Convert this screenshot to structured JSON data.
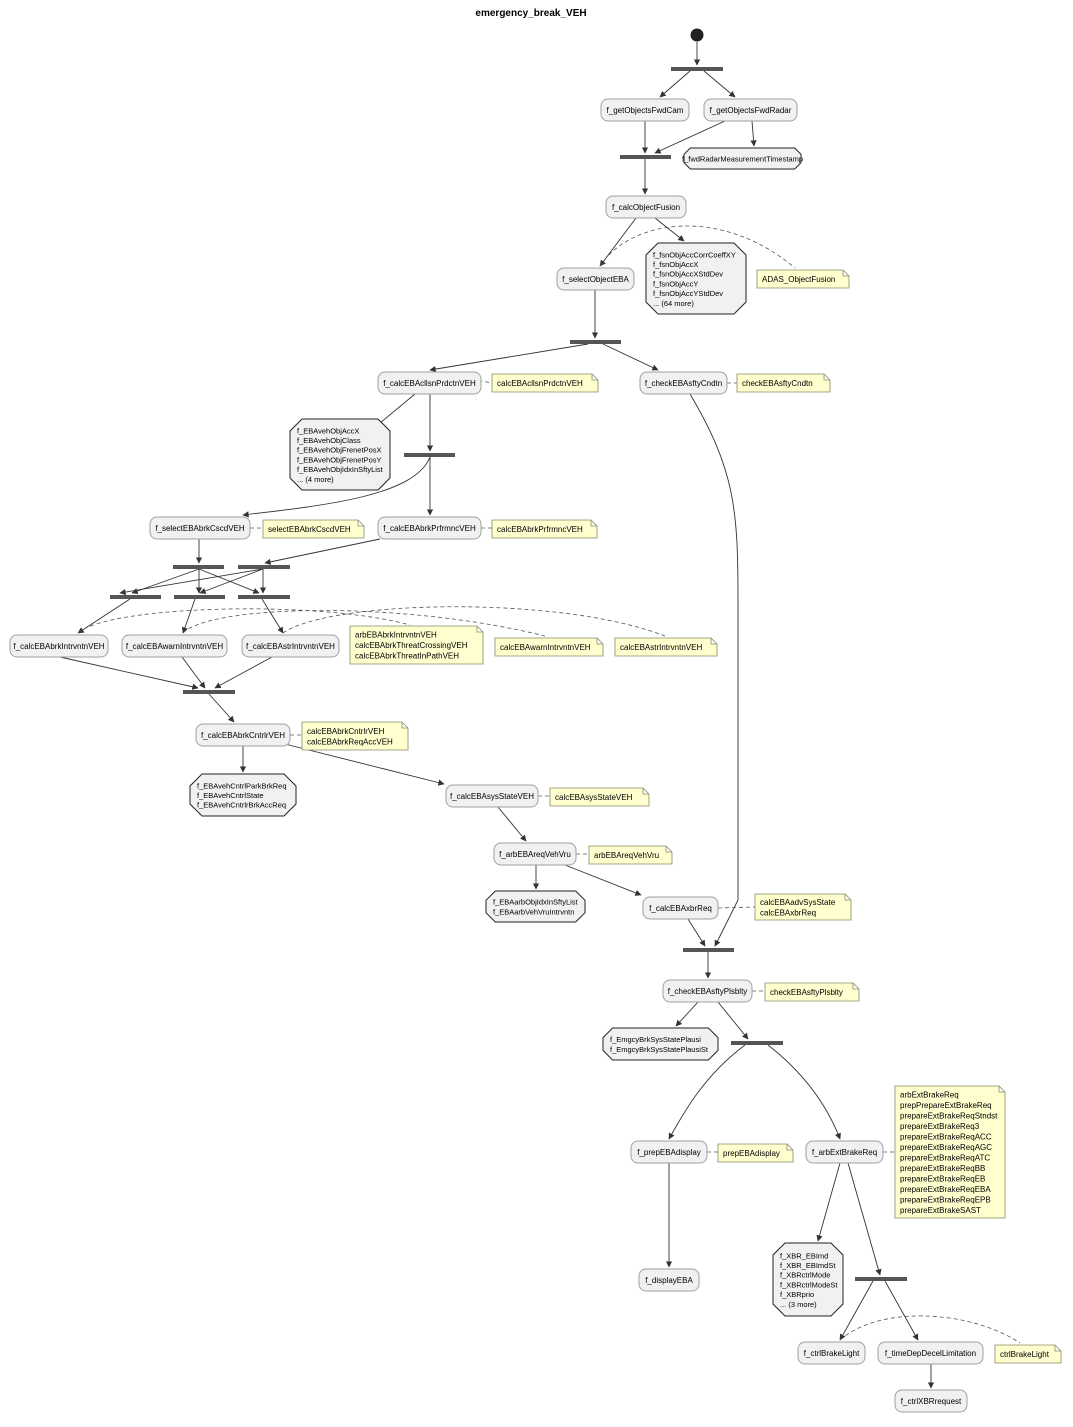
{
  "diagram": {
    "title": "emergency_break_VEH",
    "actions": [
      "f_getObjectsFwdCam",
      "f_getObjectsFwdRadar",
      "f_calcObjectFusion",
      "f_selectObjectEBA",
      "f_calcEBAcllsnPrdctnVEH",
      "f_checkEBAsftyCndtn",
      "f_selectEBAbrkCscdVEH",
      "f_calcEBAbrkPrfrmncVEH",
      "f_calcEBAbrkIntrvntnVEH",
      "f_calcEBAwarnIntrvntnVEH",
      "f_calcEBAstrIntrvntnVEH",
      "f_calcEBAbrkCntrlrVEH",
      "f_calcEBAsysStateVEH",
      "f_arbEBAreqVehVru",
      "f_calcEBAxbrReq",
      "f_checkEBAsftyPlsblty",
      "f_prepEBAdisplay",
      "f_arbExtBrakeReq",
      "f_displayEBA",
      "f_ctrlBrakeLight",
      "f_timeDepDecelLimitation",
      "f_ctrlXBRrequest"
    ],
    "data_stores": [
      [
        "f_fwdRadarMeasurementTimestamp"
      ],
      [
        "f_fsnObjAccCorrCoeffXY",
        "f_fsnObjAccX",
        "f_fsnObjAccXStdDev",
        "f_fsnObjAccY",
        "f_fsnObjAccYStdDev",
        "... (64 more)"
      ],
      [
        "f_EBAvehObjAccX",
        "f_EBAvehObjClass",
        "f_EBAvehObjFrenetPosX",
        "f_EBAvehObjFrenetPosY",
        "f_EBAvehObjIdxInSftyList",
        "... (4 more)"
      ],
      [
        "f_EBAvehCntrlParkBrkReq",
        "f_EBAvehCntrlState",
        "f_EBAvehCntrlrBrkAccReq"
      ],
      [
        "f_EBAarbObjIdxInSftyList",
        "f_EBAarbVehVruIntrvntn"
      ],
      [
        "f_EmgcyBrkSysStatePlausi",
        "f_EmgcyBrkSysStatePlausiSt"
      ],
      [
        "f_XBR_EBImd",
        "f_XBR_EBImdSt",
        "f_XBRctrlMode",
        "f_XBRctrlModeSt",
        "f_XBRprio",
        "... (3 more)"
      ]
    ],
    "notes": [
      [
        "ADAS_ObjectFusion"
      ],
      [
        "calcEBAcllsnPrdctnVEH"
      ],
      [
        "checkEBAsftyCndtn"
      ],
      [
        "selectEBAbrkCscdVEH"
      ],
      [
        "calcEBAbrkPrfrmncVEH"
      ],
      [
        "arbEBAbrkIntrvntnVEH",
        "calcEBAbrkThreatCrossingVEH",
        "calcEBAbrkThreatInPathVEH"
      ],
      [
        "calcEBAwarnIntrvntnVEH"
      ],
      [
        "calcEBAstrIntrvntnVEH"
      ],
      [
        "calcEBAbrkCntrlrVEH",
        "calcEBAbrkReqAccVEH"
      ],
      [
        "calcEBAsysStateVEH"
      ],
      [
        "arbEBAreqVehVru"
      ],
      [
        "calcEBAadvSysState",
        "calcEBAxbrReq"
      ],
      [
        "checkEBAsftyPlsblty"
      ],
      [
        "prepEBAdisplay"
      ],
      [
        "arbExtBrakeReq",
        "prepPrepareExtBrakeReq",
        "prepareExtBrakeReqStndst",
        "prepareExtBrakeReq3",
        "prepareExtBrakeReqACC",
        "prepareExtBrakeReqAGC",
        "prepareExtBrakeReqATC",
        "prepareExtBrakeReqBB",
        "prepareExtBrakeReqEB",
        "prepareExtBrakeReqEBA",
        "prepareExtBrakeReqEPB",
        "prepareExtBrakeSAST"
      ],
      [
        "ctrlBrakeLight"
      ]
    ]
  }
}
